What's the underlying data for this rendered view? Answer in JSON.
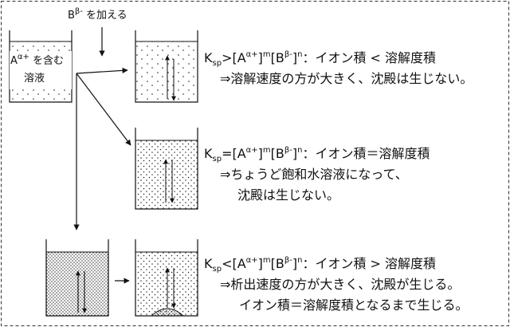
{
  "top_label": {
    "base": "B",
    "charge": "β-",
    "text": " を加える"
  },
  "start_beaker": {
    "ion_base": "A",
    "ion_charge": "α+",
    "line1_rest": " を含む",
    "line2": "溶液"
  },
  "row1": {
    "k": "K",
    "k_sub": "sp",
    "op": ">",
    "a_open": "[A",
    "a_charge": "α+",
    "a_close": "]",
    "a_exp": "m",
    "b_open": "[B",
    "b_charge": "β-",
    "b_close": "]",
    "b_exp": "n",
    "rhs": "：イオン積 < 溶解度積",
    "line2": "⇒溶解速度の方が大きく、沈殿は生じない。"
  },
  "row2": {
    "k": "K",
    "k_sub": "sp",
    "op": "=",
    "a_open": "[A",
    "a_charge": "α+",
    "a_close": "]",
    "a_exp": "m",
    "b_open": "[B",
    "b_charge": "β-",
    "b_close": "]",
    "b_exp": "n",
    "rhs": "：イオン積＝溶解度積",
    "line2": "⇒ちょうど飽和水溶液になって、",
    "line3": "沈殿は生じない。"
  },
  "row3": {
    "k": "K",
    "k_sub": "sp",
    "op": "<",
    "a_open": "[A",
    "a_charge": "α+",
    "a_close": "]",
    "a_exp": "m",
    "b_open": "[B",
    "b_charge": "β-",
    "b_close": "]",
    "b_exp": "n",
    "rhs": "：イオン積 > 溶解度積",
    "line2": "⇒析出速度の方が大きく、沈殿が生じる。",
    "line3": "イオン積＝溶解度積となるまで生じる。"
  }
}
